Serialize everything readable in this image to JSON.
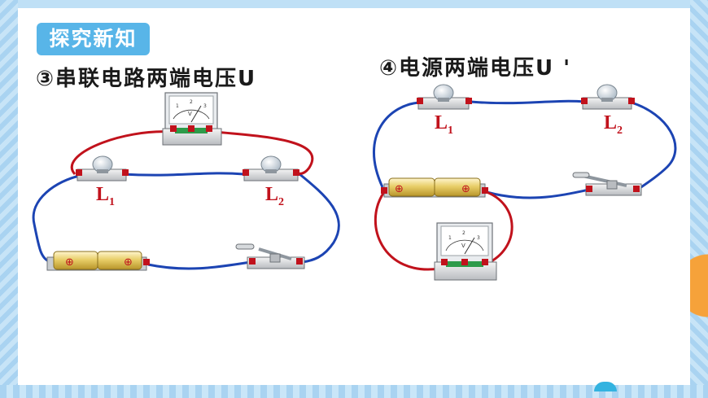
{
  "badge": "探究新知",
  "left_diagram": {
    "heading": "③串联电路两端电压U",
    "lamp1": {
      "letter": "L",
      "sub": "1"
    },
    "lamp2": {
      "letter": "L",
      "sub": "2"
    },
    "meter_scale": [
      "1",
      "2",
      "3"
    ],
    "meter_unit": "V",
    "cell_symbols": [
      "⊕",
      "⊕"
    ]
  },
  "right_diagram": {
    "heading": "④电源两端电压U '",
    "lamp1": {
      "letter": "L",
      "sub": "1"
    },
    "lamp2": {
      "letter": "L",
      "sub": "2"
    },
    "meter_scale": [
      "1",
      "2",
      "3"
    ],
    "meter_unit": "V",
    "cell_symbols": [
      "⊕",
      "⊕"
    ]
  },
  "colors": {
    "badge": "#58b5e8",
    "wire_blue": "#1c44b3",
    "wire_red": "#c1121c",
    "label_red": "#c1121c",
    "battery": "#e8cf69",
    "frame": "#bfe0f6"
  }
}
